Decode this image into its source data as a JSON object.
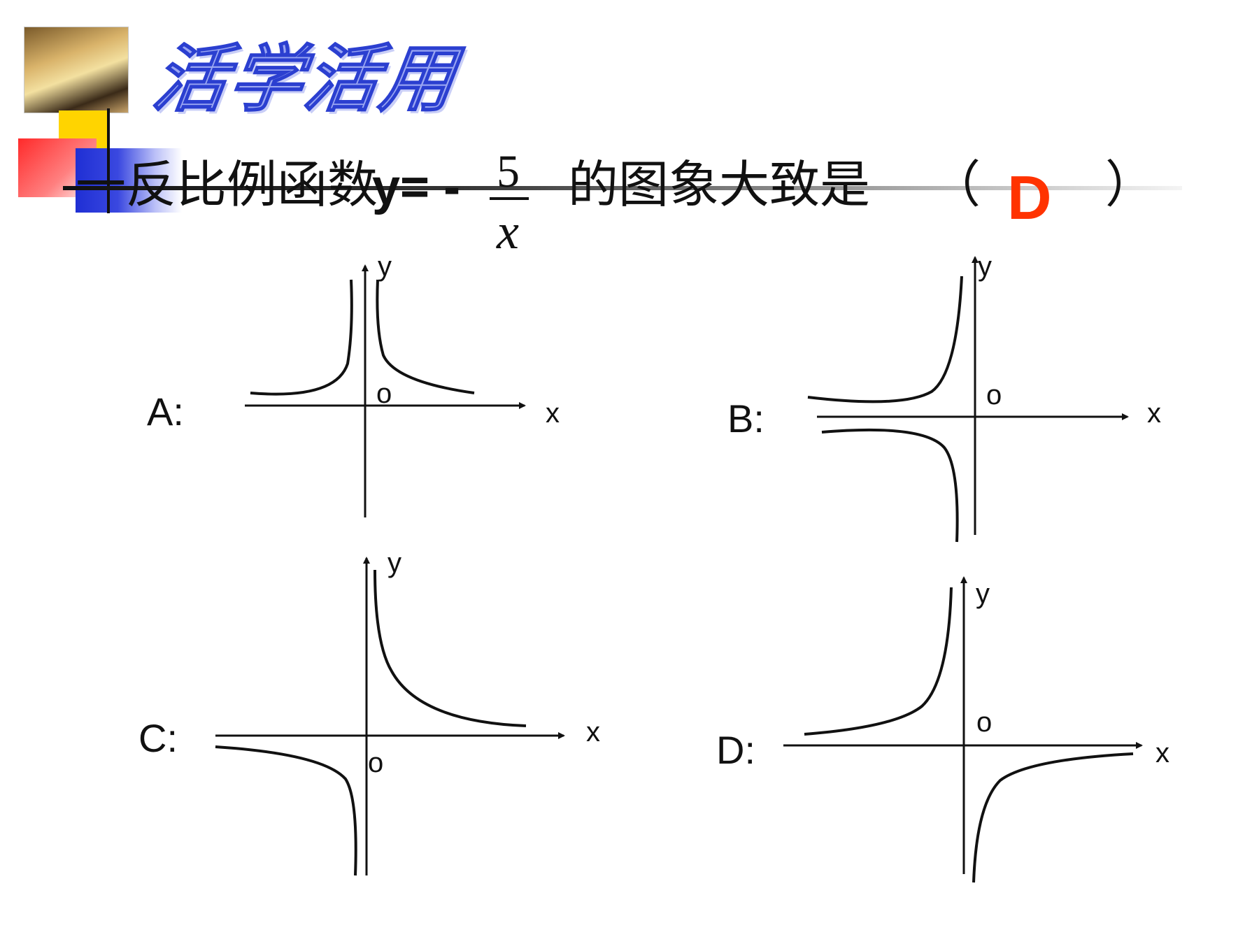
{
  "slide": {
    "heading": "活学活用",
    "question": {
      "prefix": "一反比例函数",
      "function_lhs": "y= -",
      "numerator": "5",
      "denominator": "x",
      "suffix": "的图象大致是",
      "open_paren": "（",
      "answer": "D",
      "close_paren": "）"
    },
    "options": [
      {
        "label": "A:",
        "x_label": "x",
        "y_label": "y",
        "origin_label": "o",
        "quadrants": "II and I (both above x-axis)"
      },
      {
        "label": "B:",
        "x_label": "x",
        "y_label": "y",
        "origin_label": "o",
        "quadrants": "II and III (both left of y-axis)"
      },
      {
        "label": "C:",
        "x_label": "x",
        "y_label": "y",
        "origin_label": "o",
        "quadrants": "I and III"
      },
      {
        "label": "D:",
        "x_label": "x",
        "y_label": "y",
        "origin_label": "o",
        "quadrants": "II and IV"
      }
    ],
    "colors": {
      "answer": "#ff3300",
      "heading_fill": "#9aa6f2",
      "heading_stroke": "#2b3fd0",
      "text": "#111111"
    }
  }
}
